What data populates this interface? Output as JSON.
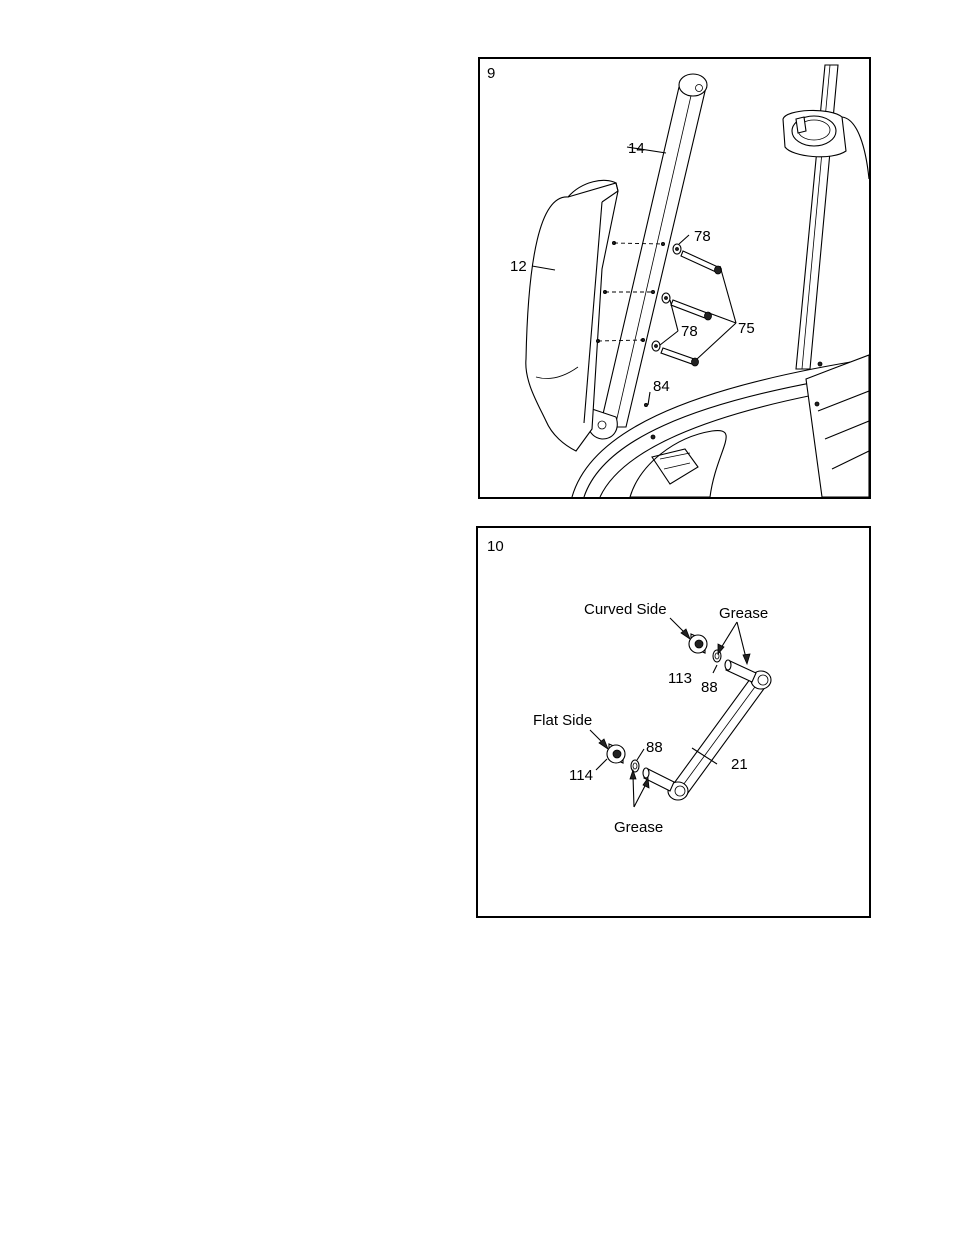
{
  "steps": [
    {
      "number": "9",
      "labels": {
        "part_14": "14",
        "part_12": "12",
        "part_78_top": "78",
        "part_78_bottom": "78",
        "part_75": "75",
        "part_84": "84"
      }
    },
    {
      "number": "10",
      "labels": {
        "curved_side": "Curved Side",
        "grease_top": "Grease",
        "part_113": "113",
        "part_88_top": "88",
        "flat_side": "Flat Side",
        "part_88_bottom": "88",
        "part_114": "114",
        "part_21": "21",
        "grease_bottom": "Grease"
      }
    }
  ]
}
